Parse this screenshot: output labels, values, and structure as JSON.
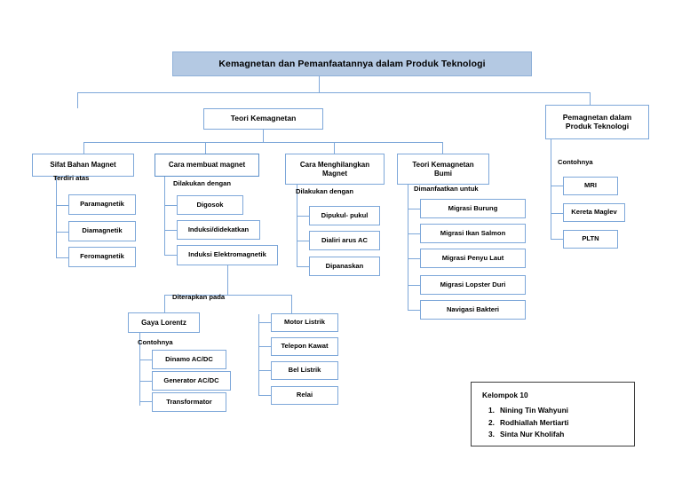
{
  "diagram": {
    "type": "org-chart",
    "title": "Kemagnetan dan Pemanfaatannya dalam Produk Teknologi",
    "level2": {
      "teori_kemagnetan": "Teori Kemagnetan",
      "pemagnetan_produk": "Pemagnetan dalam\nProduk Teknologi"
    },
    "level3": {
      "sifat_bahan": "Sifat Bahan Magnet",
      "cara_membuat": "Cara membuat magnet",
      "cara_menghilangkan": "Cara Menghilangkan\nMagnet",
      "teori_bumi": "Teori Kemagnetan\nBumi"
    },
    "connector_labels": {
      "terdiri_atas": "Terdiri atas",
      "dilakukan_dengan_1": "Dilakukan dengan",
      "dilakukan_dengan_2": "Dilakukan dengan",
      "dimanfaatkan_untuk": "Dimanfaatkan untuk",
      "contohnya_produk": "Contohnya",
      "diterapkan_pada": "Diterapkan pada",
      "contohnya_lorentz": "Contohnya"
    },
    "branches": {
      "sifat_bahan_items": [
        "Paramagnetik",
        "Diamagnetik",
        "Feromagnetik"
      ],
      "cara_membuat_items": [
        "Digosok",
        "Induksi/didekatkan",
        "Induksi Elektromagnetik"
      ],
      "cara_menghilangkan_items": [
        "Dipukul- pukul",
        "Dialiri arus AC",
        "Dipanaskan"
      ],
      "teori_bumi_items": [
        "Migrasi Burung",
        "Migrasi Ikan Salmon",
        "Migrasi Penyu Laut",
        "Migrasi Lopster Duri",
        "Navigasi Bakteri"
      ],
      "produk_teknologi_items": [
        "MRI",
        "Kereta Maglev",
        "PLTN"
      ],
      "gaya_lorentz": "Gaya Lorentz",
      "gaya_lorentz_items": [
        "Dinamo AC/DC",
        "Generator AC/DC",
        "Transformator"
      ],
      "elektromagnetik_items": [
        "Motor Listrik",
        "Telepon Kawat",
        "Bel Listrik",
        "Relai"
      ]
    }
  },
  "legend": {
    "title": "Kelompok 10",
    "members": [
      {
        "num": "1.",
        "name": "Nining Tin Wahyuni"
      },
      {
        "num": "2.",
        "name": "Rodhiallah Mertiarti"
      },
      {
        "num": "3.",
        "name": "Sinta Nur Kholifah"
      }
    ]
  },
  "colors": {
    "node_border": "#7da7d9",
    "title_fill": "#b4c9e3",
    "connector": "#7da7d9",
    "legend_border": "#3d3d3d",
    "text": "#000000"
  }
}
